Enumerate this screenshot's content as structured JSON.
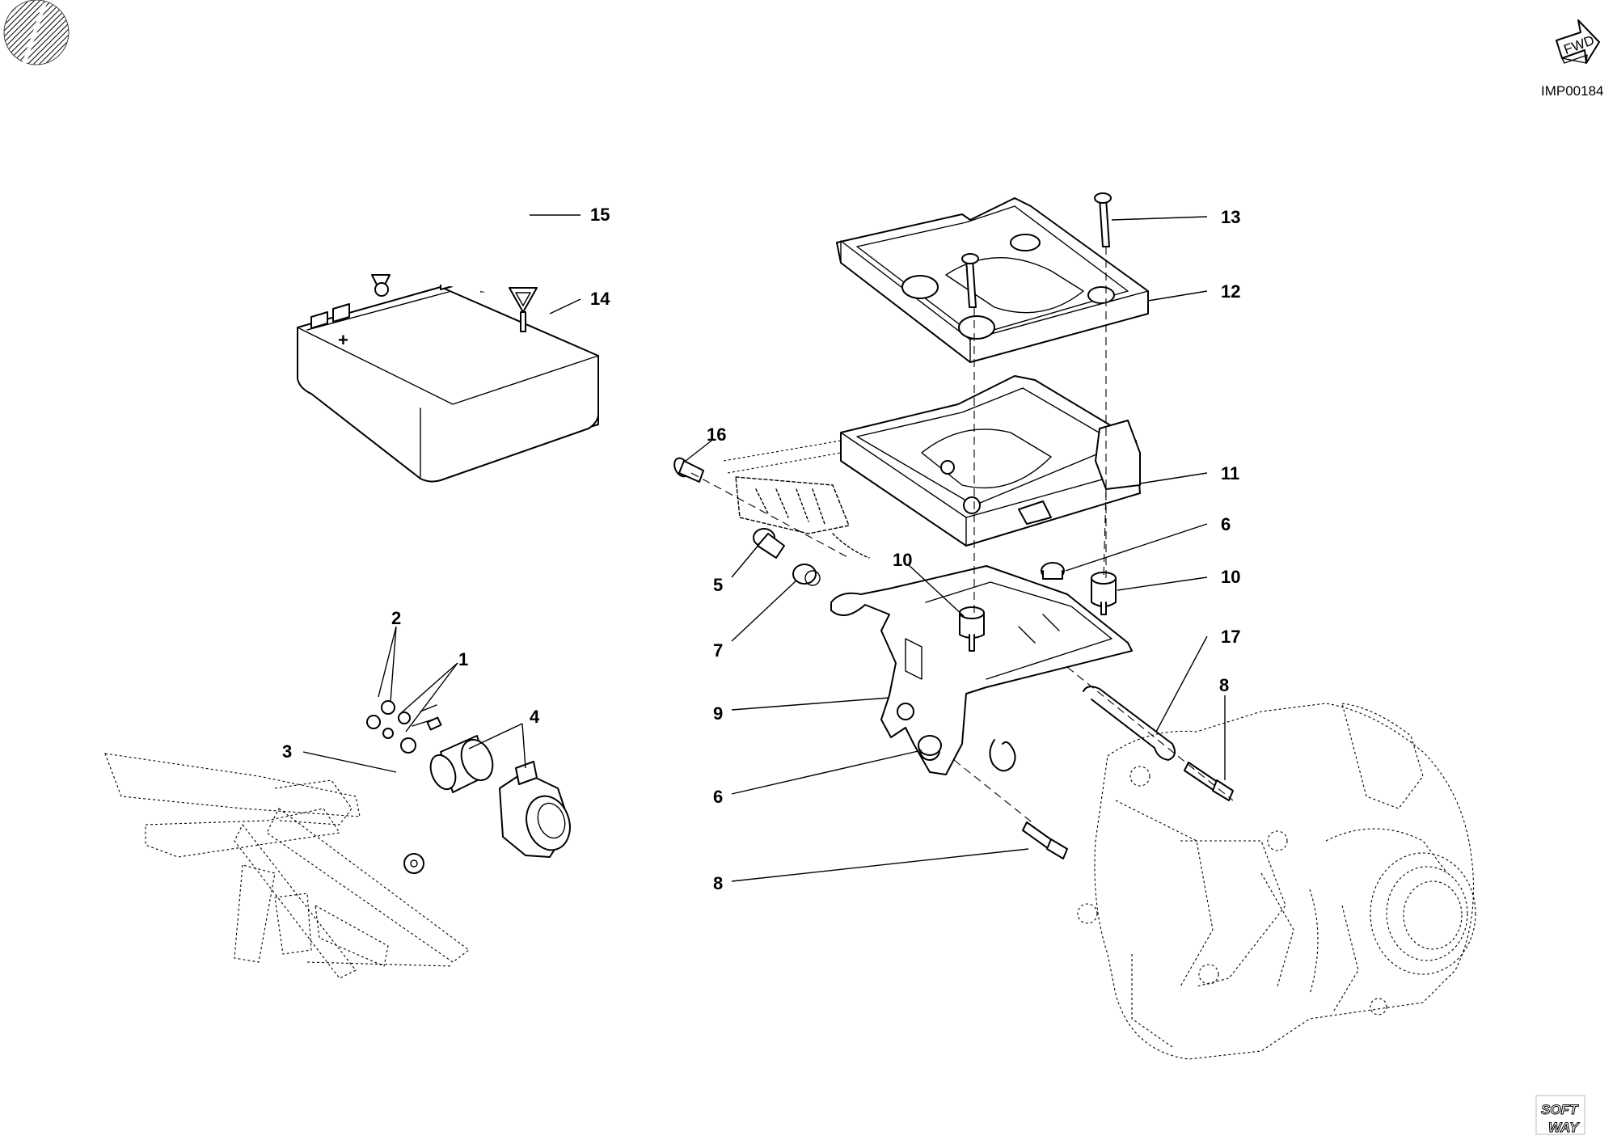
{
  "drawing_code": "IMP00184",
  "fwd_label": "FWD",
  "logo_text": [
    "SOFT",
    "WAY"
  ],
  "callouts": {
    "c1": "1",
    "c2": "2",
    "c3": "3",
    "c4": "4",
    "c5": "5",
    "c6a": "6",
    "c6b": "6",
    "c7": "7",
    "c8a": "8",
    "c8b": "8",
    "c9": "9",
    "c10a": "10",
    "c10b": "10",
    "c11": "11",
    "c12": "12",
    "c13": "13",
    "c14": "14",
    "c15": "15",
    "c16": "16",
    "c17": "17"
  },
  "battery_terminal_marks": [
    "+",
    "-"
  ]
}
